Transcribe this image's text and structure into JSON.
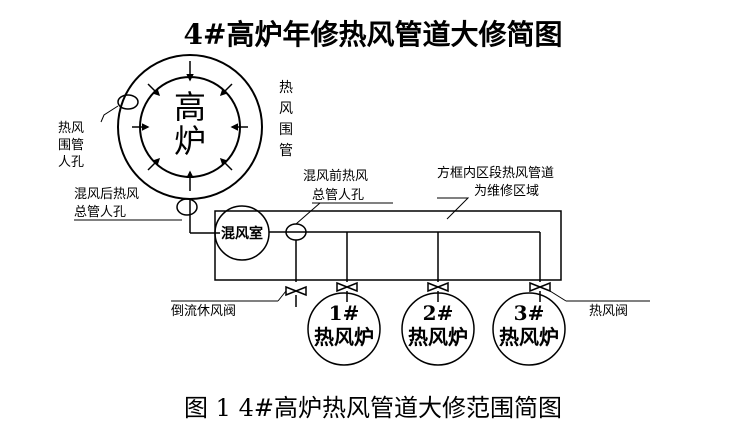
{
  "title": "4#高炉年修热风管道大修简图",
  "caption": "图 1    4#高炉热风管道大修范围简图",
  "blast_furnace_lines": [
    "高",
    "炉"
  ],
  "hot_air_pipe_lines": [
    "热",
    "风",
    "围",
    "管"
  ],
  "ring_manhole_lines": [
    "热风",
    "围管",
    "人孔"
  ],
  "post_mix_manhole_lines": [
    "混风后热风",
    "总管人孔"
  ],
  "pre_mix_manhole_lines": [
    "混风前热风",
    "总管人孔"
  ],
  "repair_area_lines": [
    "方框内区段热风管道",
    "为维修区域"
  ],
  "mixing_room": "混风室",
  "backflow_valve": "倒流休风阀",
  "hot_air_valve": "热风阀",
  "stoves": [
    {
      "number": "1#",
      "name": "热风炉"
    },
    {
      "number": "2#",
      "name": "热风炉"
    },
    {
      "number": "3#",
      "name": "热风炉"
    }
  ]
}
